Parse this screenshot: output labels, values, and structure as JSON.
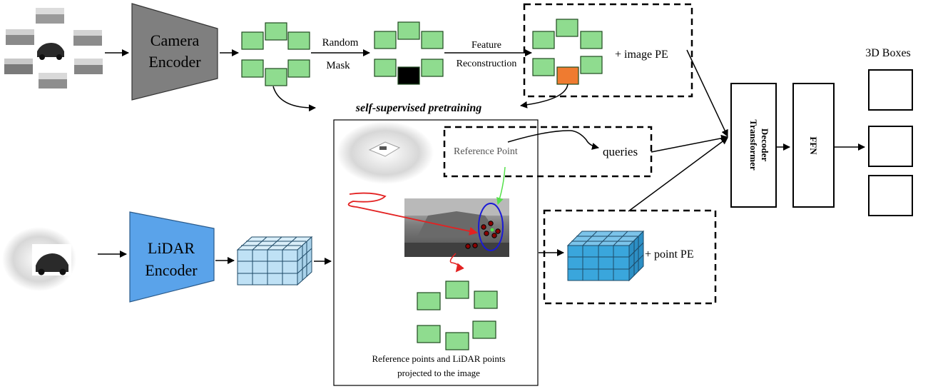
{
  "camera_encoder": {
    "line1": "Camera",
    "line2": "Encoder"
  },
  "lidar_encoder": {
    "line1": "LiDAR",
    "line2": "Encoder"
  },
  "random_mask": {
    "line1": "Random",
    "line2": "Mask"
  },
  "feature_reconstruction": {
    "line1": "Feature",
    "line2": "Reconstruction"
  },
  "image_pe": "+   image PE",
  "self_supervised": "self-supervised pretraining",
  "reference_point": "Reference Point",
  "queries": "queries",
  "point_pe": "+ point PE",
  "transformer_decoder": {
    "line1": "Transformer",
    "line2": "Decoder"
  },
  "ffn": "FFN",
  "boxes_title": "3D Boxes",
  "projection_caption": {
    "line1": "Reference points and LiDAR points",
    "line2": "projected to the image"
  },
  "colors": {
    "token_fill": "#8fdc8f",
    "token_stroke": "#1f4a1f",
    "masked_token": "#000000",
    "reconstructed_token": "#ef7b30",
    "camera_encoder": "#7f7f7f",
    "lidar_encoder": "#5aa3ea",
    "voxel_light": "#bfe1f5",
    "voxel_dark": "#3aa6dc",
    "reference_arrow": "#e32222",
    "green_arrow": "#55e04a",
    "ellipse": "#1a1ad6"
  }
}
